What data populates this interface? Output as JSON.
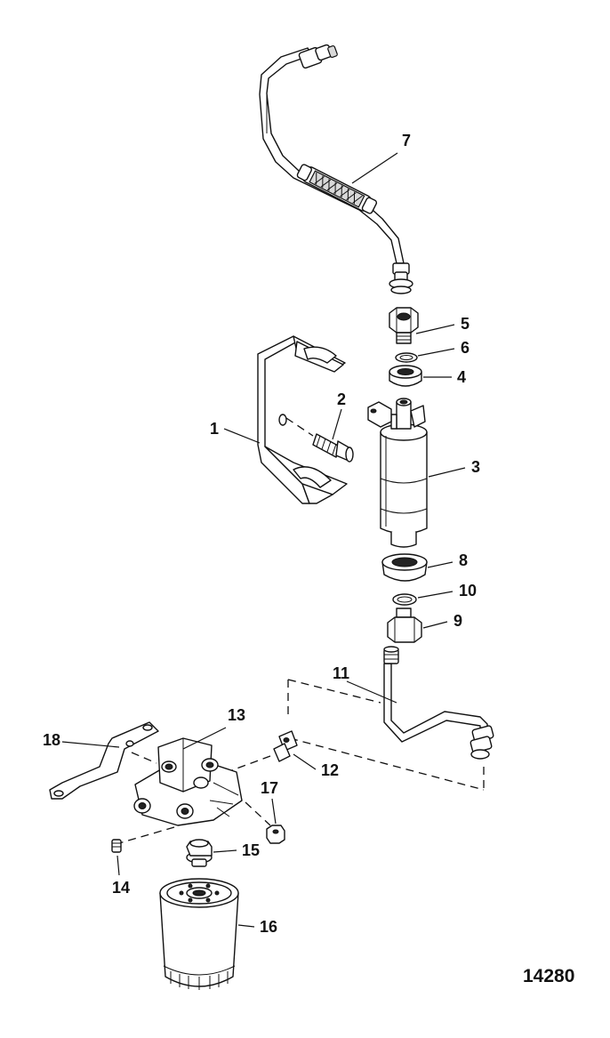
{
  "callouts": {
    "c1": "1",
    "c2": "2",
    "c3": "3",
    "c4": "4",
    "c5": "5",
    "c6": "6",
    "c7": "7",
    "c8": "8",
    "c9": "9",
    "c10": "10",
    "c11": "11",
    "c12": "12",
    "c13": "13",
    "c14": "14",
    "c15": "15",
    "c16": "16",
    "c17": "17",
    "c18": "18"
  },
  "reference_number": "14280"
}
